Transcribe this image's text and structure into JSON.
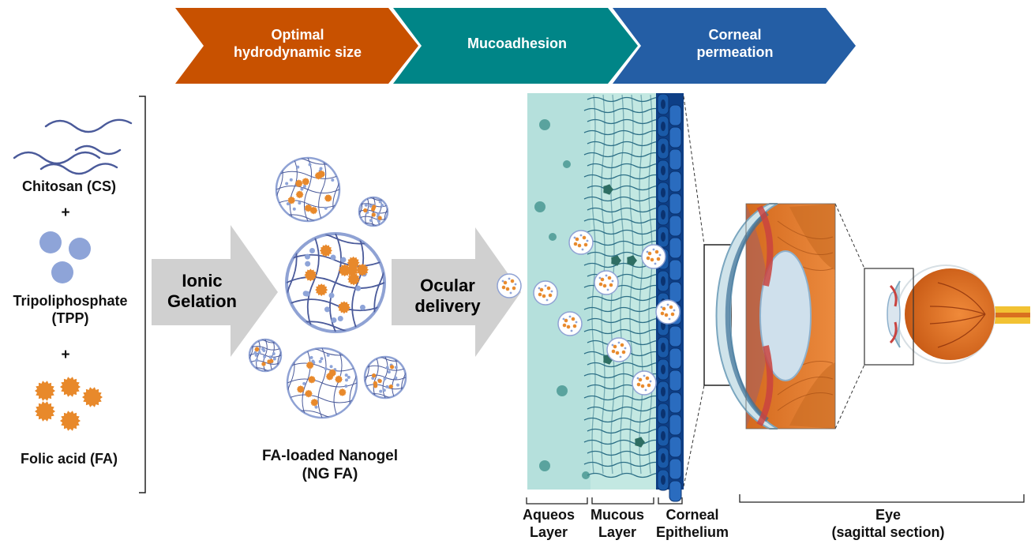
{
  "steps": [
    {
      "label": "Optimal\nhydrodynamic size",
      "color": "#c85100"
    },
    {
      "label": "Mucoadhesion",
      "color": "#008587"
    },
    {
      "label": "Corneal\npermeation",
      "color": "#245ea5"
    }
  ],
  "ingredients": {
    "chitosan": "Chitosan (CS)",
    "plus1": "+",
    "tpp": "Tripoliphosphate\n(TPP)",
    "plus2": "+",
    "folic": "Folic acid (FA)"
  },
  "process_arrows": {
    "gelation": "Ionic\nGelation",
    "delivery": "Ocular\ndelivery"
  },
  "nanogel_label": "FA-loaded Nanogel\n(NG FA)",
  "layers": {
    "aqueous": "Aqueos\nLayer",
    "mucous": "Mucous\nLayer",
    "epithelium": "Corneal\nEpithelium",
    "eye": "Eye\n(sagittal section)"
  },
  "colors": {
    "chitosan": "#4a5a9a",
    "tpp": "#8ea4d8",
    "folic_acid": "#e8892b",
    "nanogel_border": "#8fa2d4",
    "arrow_gray": "#d0d0d0",
    "aqueous": "#b5e0dc",
    "mucous": "#bfe6e0",
    "epithelium": "#1a5aa8",
    "iris": "#c9433f",
    "eye_orange": "#e07a2a"
  }
}
